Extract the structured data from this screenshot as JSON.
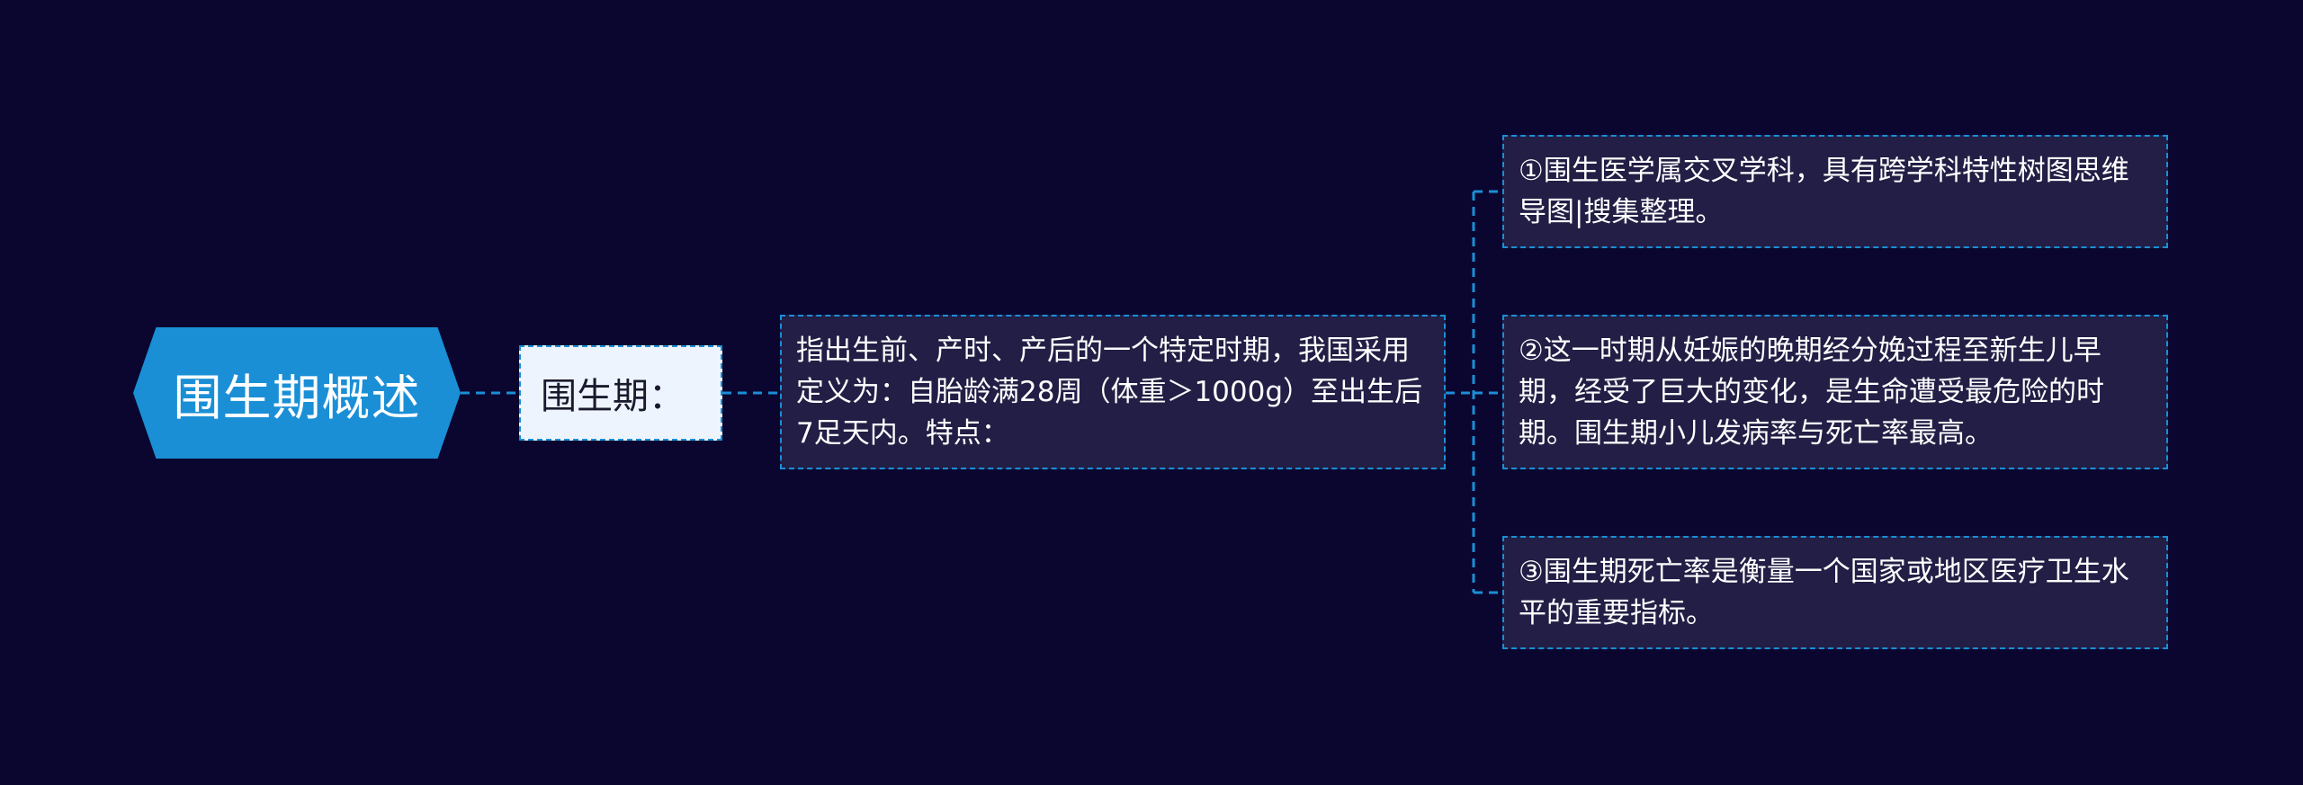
{
  "diagram": {
    "root": {
      "label": "围生期概述"
    },
    "level1": {
      "label": "围生期："
    },
    "level2": {
      "text": "指出生前、产时、产后的一个特定时期，我国采用定义为：自胎龄满28周（体重＞1000g）至出生后7足天内。特点："
    },
    "leaves": [
      {
        "text": "①围生医学属交叉学科，具有跨学科特性树图思维导图|搜集整理。"
      },
      {
        "text": "②这一时期从妊娠的晚期经分娩过程至新生儿早期，经受了巨大的变化，是生命遭受最危险的时期。围生期小儿发病率与死亡率最高。"
      },
      {
        "text": "③围生期死亡率是衡量一个国家或地区医疗卫生水平的重要指标。"
      }
    ]
  },
  "colors": {
    "background": "#0a0630",
    "accent": "#1a8fd6",
    "node_fill": "#221e45",
    "level1_fill": "#eef4fd"
  }
}
